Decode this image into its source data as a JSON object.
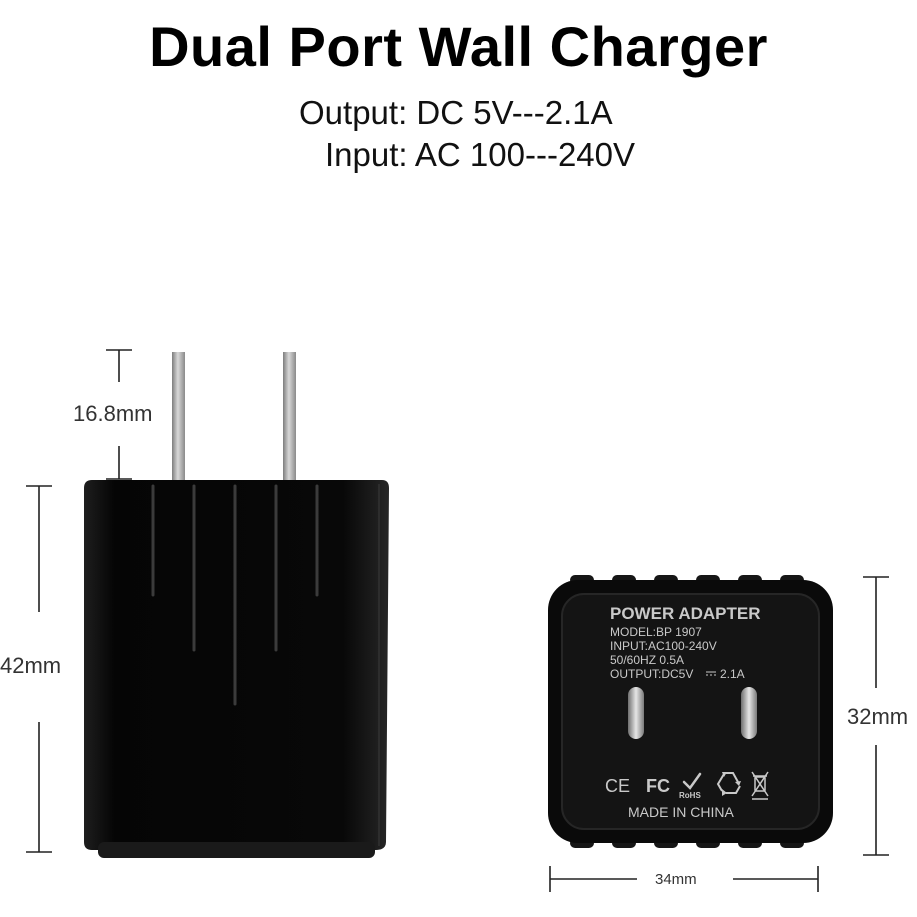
{
  "title": "Dual Port Wall Charger",
  "specs": {
    "output": "Output: DC 5V---2.1A",
    "input": "Input: AC 100---240V"
  },
  "dimensions": {
    "prong_length": "16.8mm",
    "height": "42mm",
    "depth": "32mm",
    "width": "34mm"
  },
  "label": {
    "heading": "POWER ADAPTER",
    "model": "MODEL:BP 1907",
    "input": "INPUT:AC100-240V",
    "freq": "50/60HZ 0.5A",
    "output_prefix": "OUTPUT:DC5V",
    "output_suffix": "2.1A",
    "ce": "CE",
    "fc": "FC",
    "rohs": "RoHS",
    "origin": "MADE IN CHINA"
  },
  "colors": {
    "body": "#0b0b0b",
    "prong": "#a9a9a9",
    "label_text": "#c9c9c9"
  }
}
